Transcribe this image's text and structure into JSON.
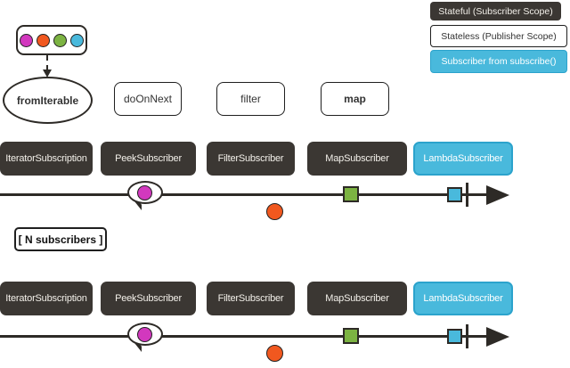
{
  "colors": {
    "dark": "#3b3733",
    "blue": "#49b9dc",
    "blue-border": "#2ba3cc",
    "magenta": "#d238be",
    "orange": "#f1581f",
    "green": "#7cb342",
    "line": "#2d2a26",
    "box-border": "#1f1f1f",
    "text-light": "#f3f0ea",
    "text-dark": "#333333",
    "white": "#ffffff"
  },
  "legend": {
    "items": [
      {
        "label": "Stateful (Subscriber Scope)",
        "style": "dark"
      },
      {
        "label": "Stateless (Publisher Scope)",
        "style": "white"
      },
      {
        "label": "Subscriber from subscribe()",
        "style": "blue"
      }
    ]
  },
  "source": {
    "dots": [
      "magenta-circle",
      "orange-circle",
      "green-circle",
      "blue-circle"
    ]
  },
  "operators": {
    "source_label": "fromIterable",
    "steps": [
      {
        "label": "doOnNext"
      },
      {
        "label": "filter"
      },
      {
        "label": "map"
      }
    ]
  },
  "subscriber_note": "[ N subscribers ]",
  "chains": [
    {
      "subscribers": [
        {
          "label": "IteratorSubscription",
          "style": "dark"
        },
        {
          "label": "PeekSubscriber",
          "style": "dark"
        },
        {
          "label": "FilterSubscriber",
          "style": "dark"
        },
        {
          "label": "MapSubscriber",
          "style": "dark"
        },
        {
          "label": "LambdaSubscriber",
          "style": "blue"
        }
      ],
      "timeline_marbles": [
        "magenta-circle-in-speech-bubble",
        "orange-circle",
        "green-square",
        "blue-square",
        "completion-bar",
        "arrowhead"
      ]
    },
    {
      "subscribers": [
        {
          "label": "IteratorSubscription",
          "style": "dark"
        },
        {
          "label": "PeekSubscriber",
          "style": "dark"
        },
        {
          "label": "FilterSubscriber",
          "style": "dark"
        },
        {
          "label": "MapSubscriber",
          "style": "dark"
        },
        {
          "label": "LambdaSubscriber",
          "style": "blue"
        }
      ],
      "timeline_marbles": [
        "magenta-circle-in-speech-bubble",
        "orange-circle",
        "green-square",
        "blue-square",
        "completion-bar",
        "arrowhead"
      ]
    }
  ]
}
